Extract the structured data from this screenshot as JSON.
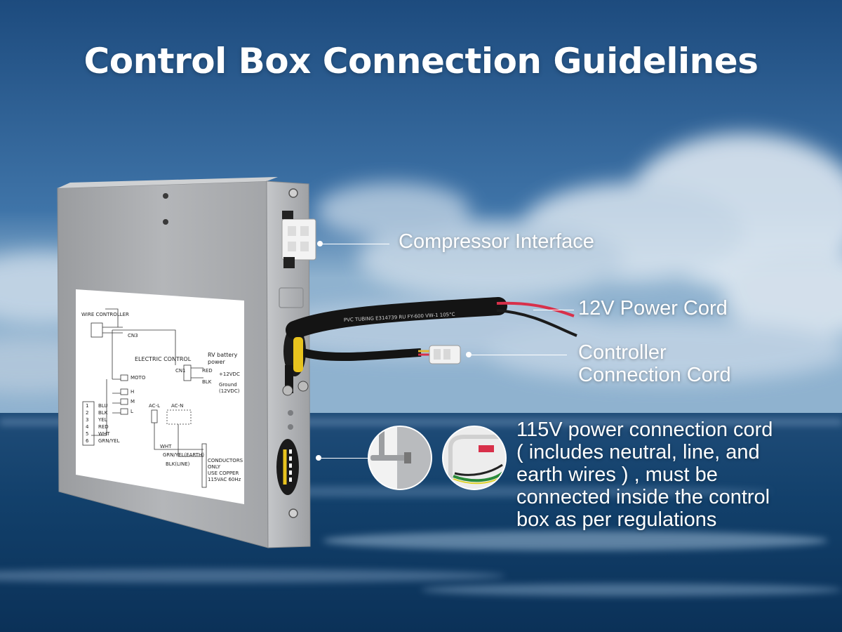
{
  "title": "Control Box Connection Guidelines",
  "callouts": {
    "compressor": "Compressor Interface",
    "power12v": "12V Power Cord",
    "controller_line1": "Controller",
    "controller_line2": "Connection Cord",
    "power115v_line1": "115V power connection cord",
    "power115v_line2": "( includes neutral, line, and",
    "power115v_line3": "earth wires ) , must be",
    "power115v_line4": "connected inside the control",
    "power115v_line5": "box as per regulations"
  },
  "diagram_label": {
    "wire_controller": "WIRE CONTROLLER",
    "cn3": "CN3",
    "electric_control": "ELECTRIC CONTROL",
    "rv_battery_1": "RV battery",
    "rv_battery_2": "power",
    "cn1": "CN1",
    "red": "RED",
    "plus12": "+12VDC",
    "blk": "BLK",
    "ground": "Ground",
    "ground12": "(12VDC)",
    "moto": "MOTO",
    "h": "H",
    "m": "M",
    "l": "L",
    "acl": "AC-L",
    "acn": "AC-N",
    "pins": [
      "1",
      "2",
      "3",
      "4",
      "5",
      "6"
    ],
    "wires": [
      "BLU",
      "BLK",
      "YEL",
      "RED",
      "WHT",
      "GRN/YEL"
    ],
    "wht": "WHT",
    "grnyel_earth": "GRN/YEL(EARTH)",
    "blk_line": "BLK(LINE)",
    "conductors_1": "CONDUCTORS",
    "conductors_2": "ONLY",
    "conductors_3": "USE COPPER",
    "conductors_4": "115VAC 60Hz"
  },
  "cable_print": "PVC TUBING E314739 RU FY-600 VW-1 105°C",
  "colors": {
    "sky_top": "#1f4f83",
    "sea": "#0f3a66",
    "metal": "#a8aaad",
    "wire_red": "#d8304a",
    "white": "#ffffff"
  }
}
